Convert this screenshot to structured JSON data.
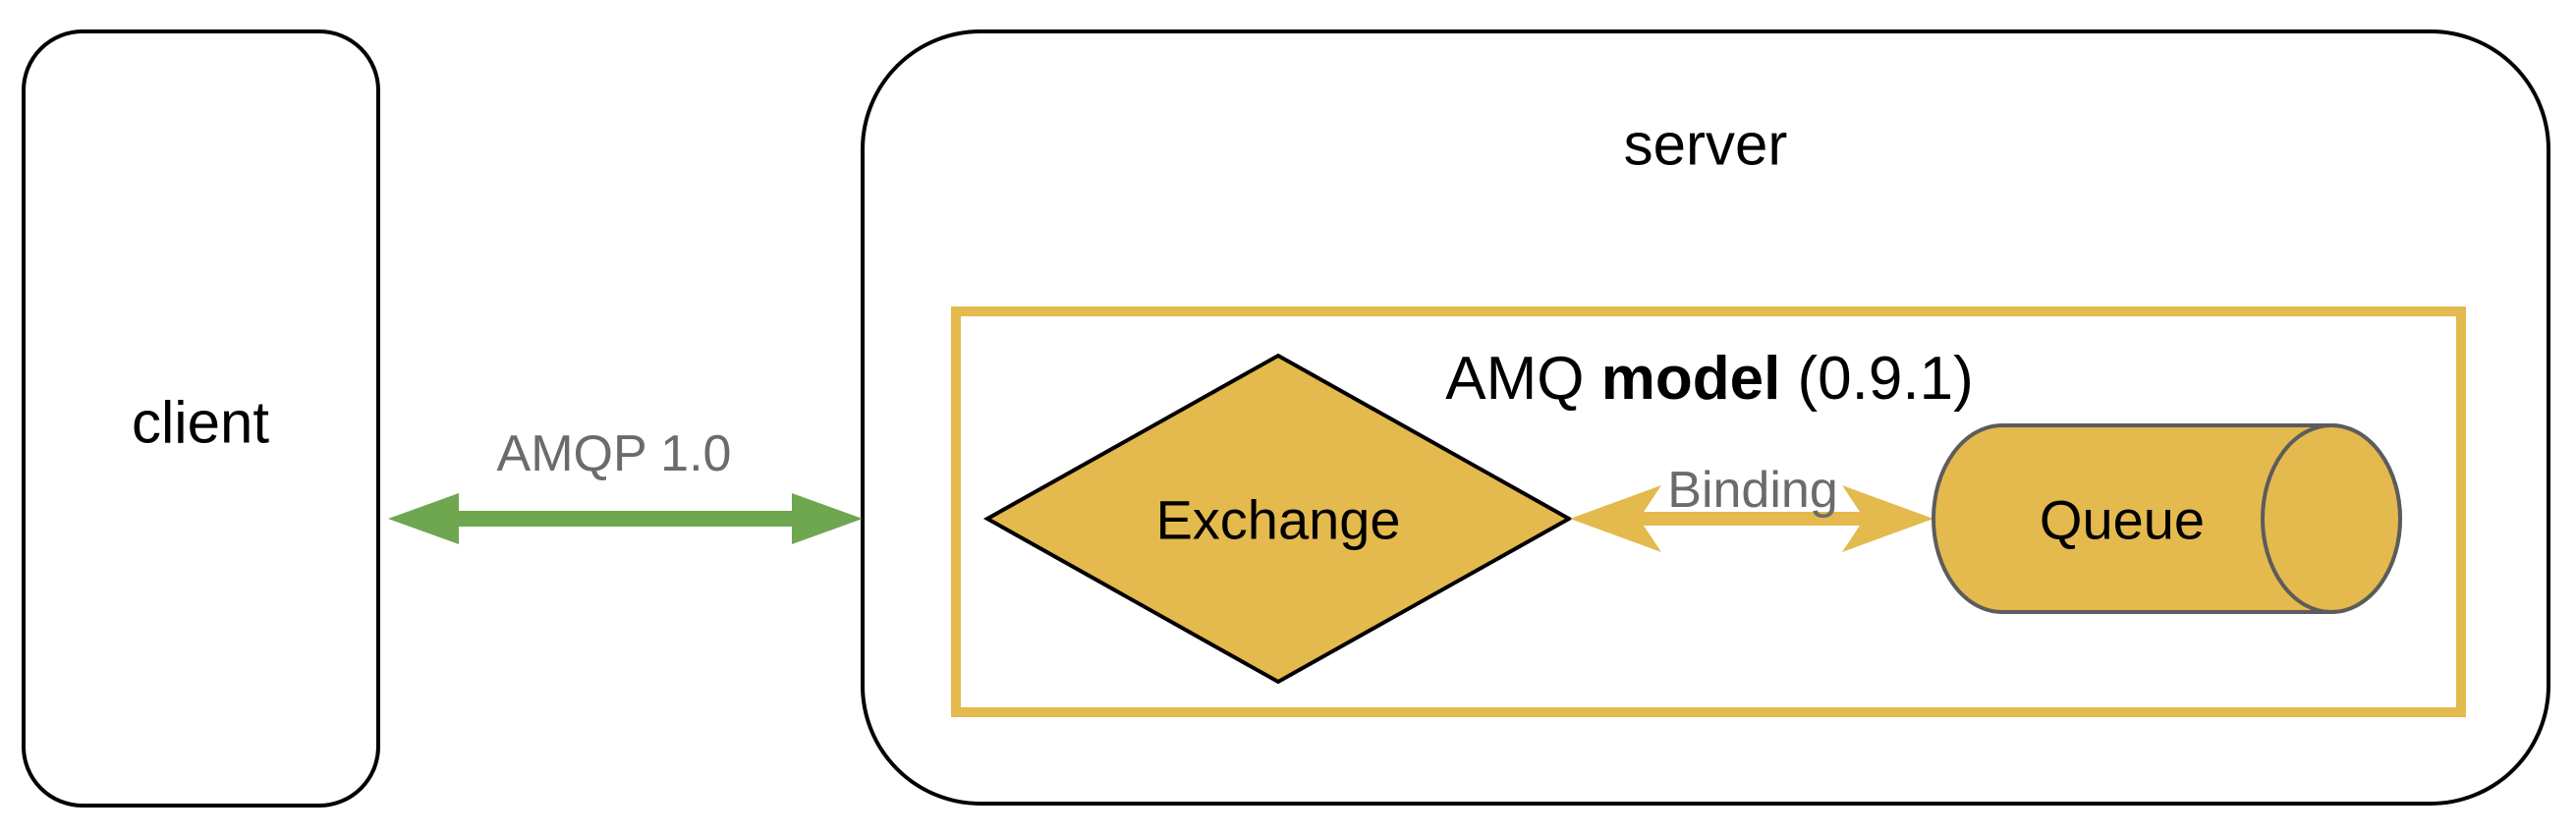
{
  "diagram": {
    "title": "AMQP client-server diagram",
    "client": {
      "label": "client"
    },
    "server": {
      "label": "server"
    },
    "amqp_link": {
      "label": "AMQP 1.0"
    },
    "amq_model": {
      "prefix": "AMQ ",
      "bold": "model",
      "suffix": " (0.9.1)"
    },
    "exchange": {
      "label": "Exchange"
    },
    "binding": {
      "label": "Binding"
    },
    "queue": {
      "label": "Queue"
    }
  },
  "colors": {
    "gold": "#E4B94D",
    "green": "#6FA650",
    "gray_text": "#6B6B6B",
    "black": "#000000",
    "cylinder_outline": "#5C5C5C",
    "background": "#FFFFFF"
  }
}
